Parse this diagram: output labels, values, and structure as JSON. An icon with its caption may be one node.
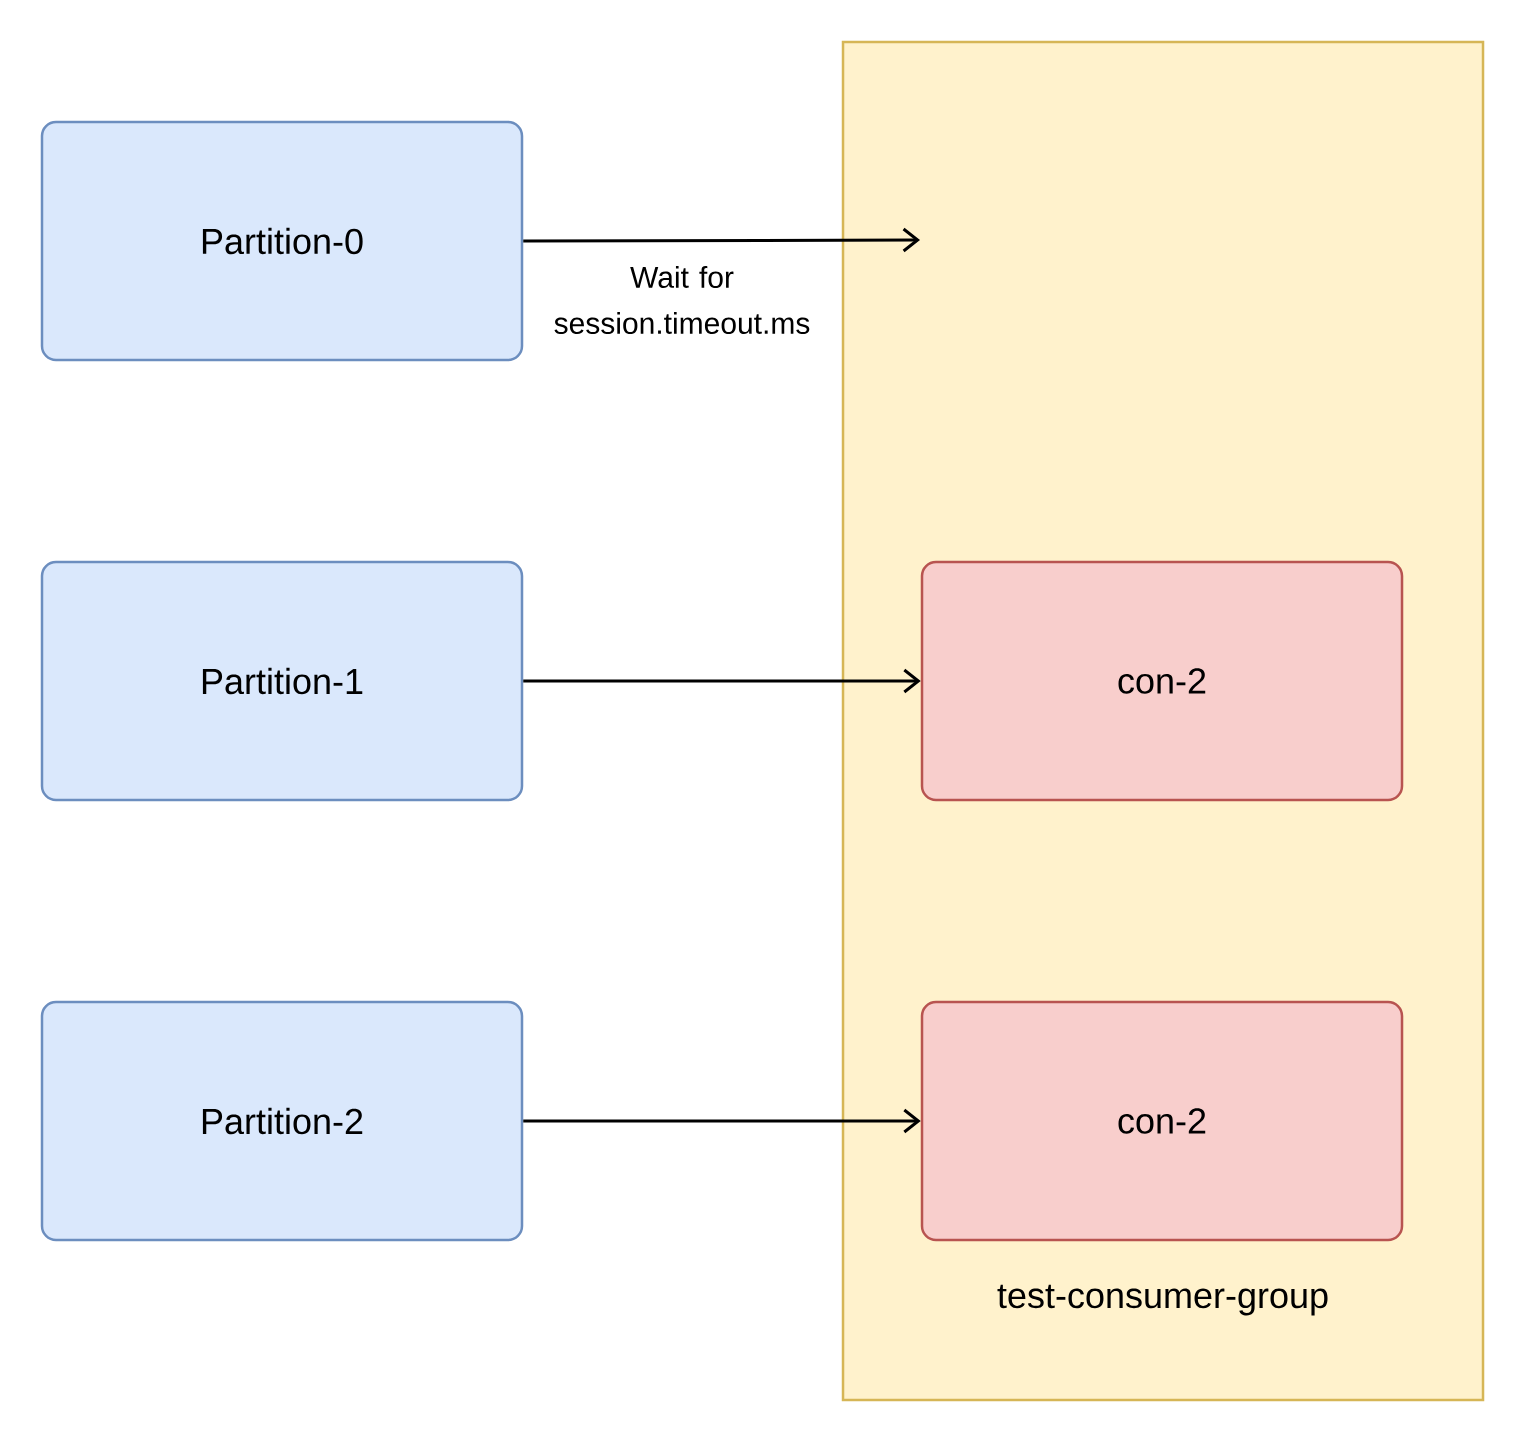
{
  "diagram": {
    "nodes": [
      {
        "text": [
          "test-consumer-group"
        ]
      },
      {
        "text": [
          "Partition-0"
        ]
      },
      {
        "text": [
          "Partition-1"
        ]
      },
      {
        "text": [
          "Partition-2"
        ]
      },
      {
        "text": [
          "con-2"
        ],
        "in": 0
      },
      {
        "text": [
          "con-2"
        ],
        "in": 0
      }
    ],
    "edges": [
      {
        "from": 1,
        "to": null,
        "arrow": "to",
        "label": "Wait for session.timeout.ms"
      },
      {
        "from": 2,
        "to": 4,
        "arrow": "to"
      },
      {
        "from": 3,
        "to": 5,
        "arrow": "to"
      }
    ]
  }
}
